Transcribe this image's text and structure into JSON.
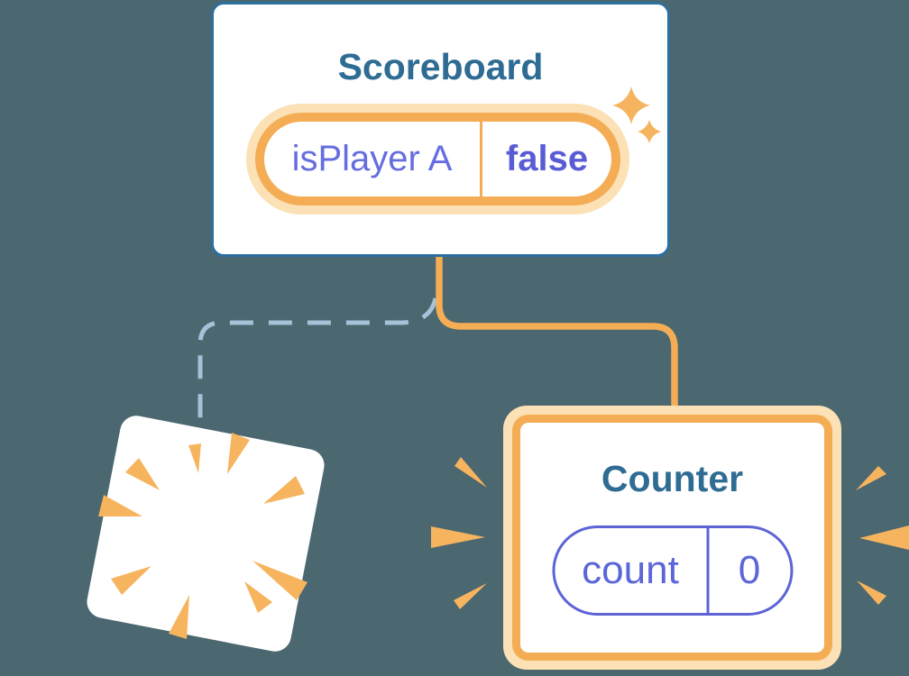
{
  "colors": {
    "bg": "#4b6770",
    "card": "#ffffff",
    "box-border": "#2d6f9e",
    "title": "#2f6c93",
    "orange": "#f4ad55",
    "orange-light": "#fbe1b5",
    "spark": "#f6b45f",
    "purple": "#666de0",
    "purple-bold": "#5a5cd6",
    "purple-counter": "#5b66d9",
    "pill-border-purple": "#5c64d6",
    "dash": "#a5c3d8"
  },
  "scoreboard": {
    "title": "Scoreboard",
    "state": {
      "name": "isPlayer A",
      "value": "false"
    }
  },
  "counter": {
    "title": "Counter",
    "state": {
      "name": "count",
      "value": "0"
    }
  },
  "icons": {
    "sparkles": "sparkles-icon",
    "poof_burst": "poof-burst-icon",
    "emphasis_marks": "emphasis-marks-icon"
  }
}
